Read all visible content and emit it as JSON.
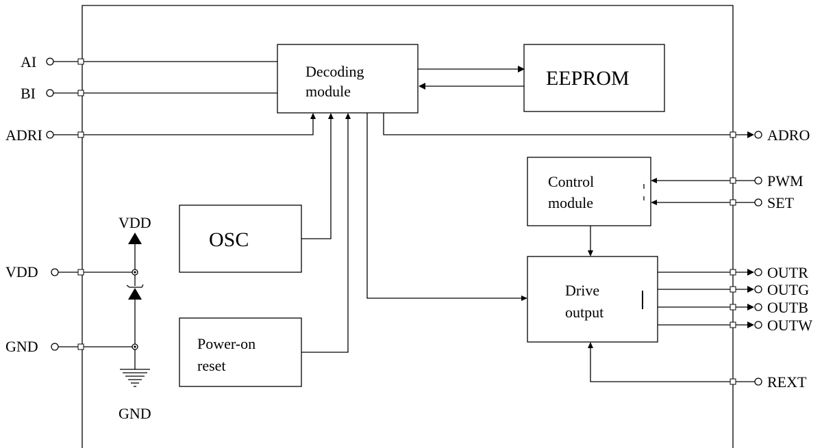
{
  "diagram": {
    "blocks": {
      "decoding": [
        "Decoding",
        "module"
      ],
      "eeprom": "EEPROM",
      "control": [
        "Control",
        "module"
      ],
      "drive": [
        "Drive",
        "output"
      ],
      "osc": "OSC",
      "power_on_reset": [
        "Power-on",
        "reset"
      ]
    },
    "left_pins": {
      "ai": "AI",
      "bi": "BI",
      "adri": "ADRI",
      "vdd": "VDD",
      "gnd": "GND"
    },
    "right_pins": {
      "adro": "ADRO",
      "pwm": "PWM",
      "set": "SET",
      "outr": "OUTR",
      "outg": "OUTG",
      "outb": "OUTB",
      "outw": "OUTW",
      "rext": "REXT"
    },
    "supply_labels": {
      "vdd_top": "VDD",
      "gnd_bottom": "GND"
    }
  }
}
